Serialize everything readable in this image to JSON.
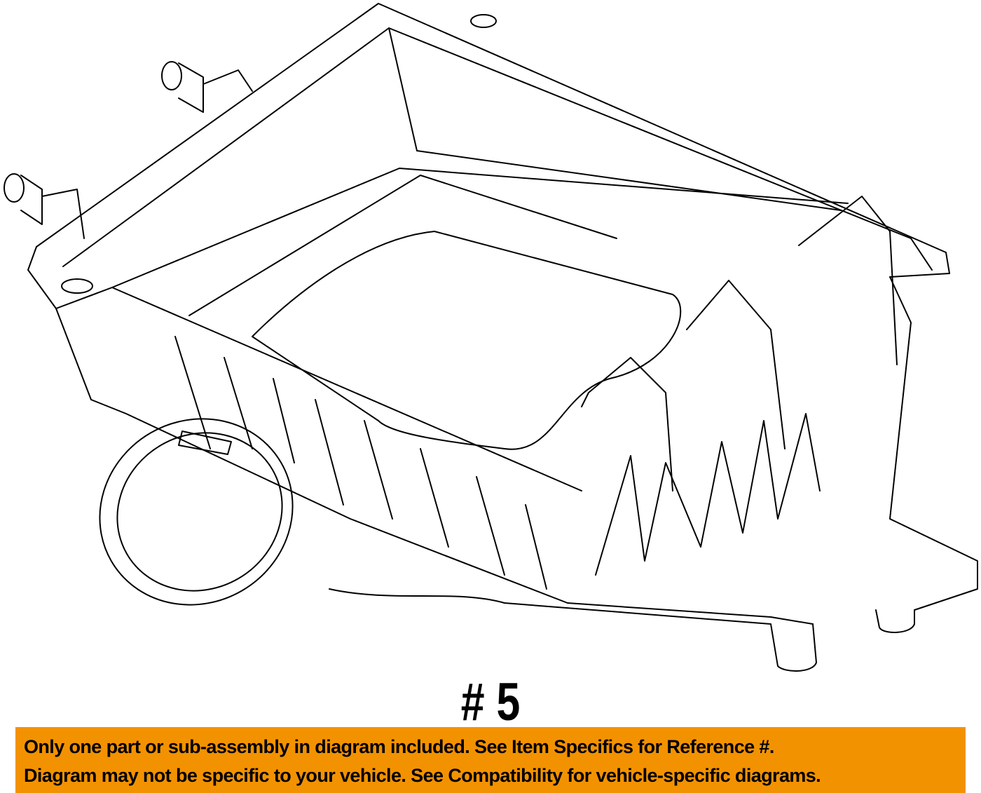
{
  "diagram": {
    "subject": "air-cleaner-housing",
    "reference_label": "# 5"
  },
  "banner": {
    "line1": "Only one part or sub-assembly in diagram included. See Item Specifics for Reference #.",
    "line2": "Diagram may not be specific to your vehicle. See Compatibility for vehicle-specific diagrams.",
    "background_color": "#f39200"
  }
}
